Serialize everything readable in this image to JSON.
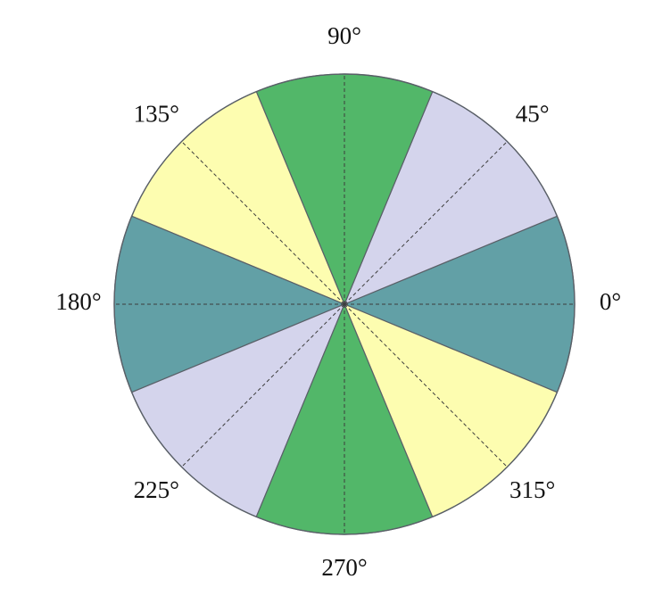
{
  "diagram": {
    "colors": {
      "teal": "#62a0a6",
      "lavender": "#d4d4ec",
      "green": "#52b769",
      "yellow": "#fdfdb0"
    },
    "sectors": [
      {
        "from_deg": -22.5,
        "to_deg": 22.5,
        "color": "teal"
      },
      {
        "from_deg": 22.5,
        "to_deg": 67.5,
        "color": "lavender"
      },
      {
        "from_deg": 67.5,
        "to_deg": 112.5,
        "color": "green"
      },
      {
        "from_deg": 112.5,
        "to_deg": 157.5,
        "color": "yellow"
      },
      {
        "from_deg": 157.5,
        "to_deg": 202.5,
        "color": "teal"
      },
      {
        "from_deg": 202.5,
        "to_deg": 247.5,
        "color": "lavender"
      },
      {
        "from_deg": 247.5,
        "to_deg": 292.5,
        "color": "green"
      },
      {
        "from_deg": 292.5,
        "to_deg": 337.5,
        "color": "yellow"
      }
    ],
    "angle_labels": [
      {
        "deg": 0,
        "text": "0°"
      },
      {
        "deg": 45,
        "text": "45°"
      },
      {
        "deg": 90,
        "text": "90°"
      },
      {
        "deg": 135,
        "text": "135°"
      },
      {
        "deg": 180,
        "text": "180°"
      },
      {
        "deg": 225,
        "text": "225°"
      },
      {
        "deg": 270,
        "text": "270°"
      },
      {
        "deg": 315,
        "text": "315°"
      }
    ]
  }
}
